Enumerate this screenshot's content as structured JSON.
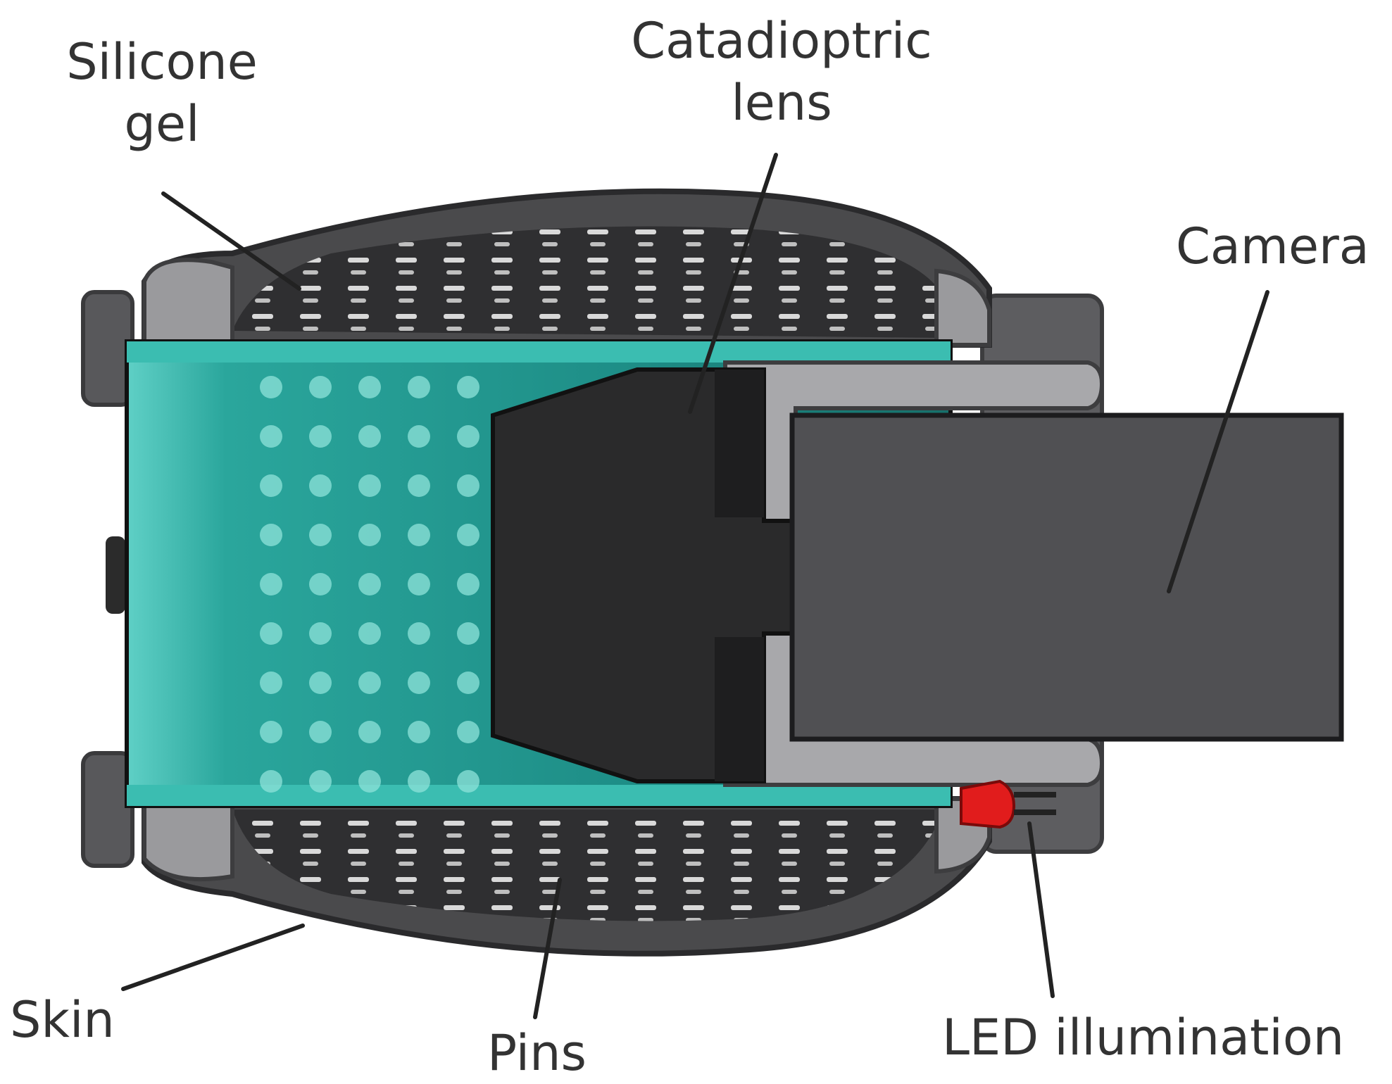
{
  "labels": {
    "silicone_gel": [
      "Silicone",
      "gel"
    ],
    "catadioptric_lens": [
      "Catadioptric",
      "lens"
    ],
    "camera": "Camera",
    "skin": "Skin",
    "pins": "Pins",
    "led_illumination": "LED illumination"
  },
  "colors": {
    "background": "#ffffff",
    "outer_skin": "#4a4a4c",
    "inner_skin": "#2f2f31",
    "housing": "#5d5d60",
    "housing_light": "#9a9a9d",
    "gel": "#1f8f88",
    "gel_edge": "#46c2b8",
    "lens": "#2a2a2b",
    "camera": "#505053",
    "led": "#e11c1c",
    "label_text": "#333333",
    "leader_line": "#222222"
  }
}
